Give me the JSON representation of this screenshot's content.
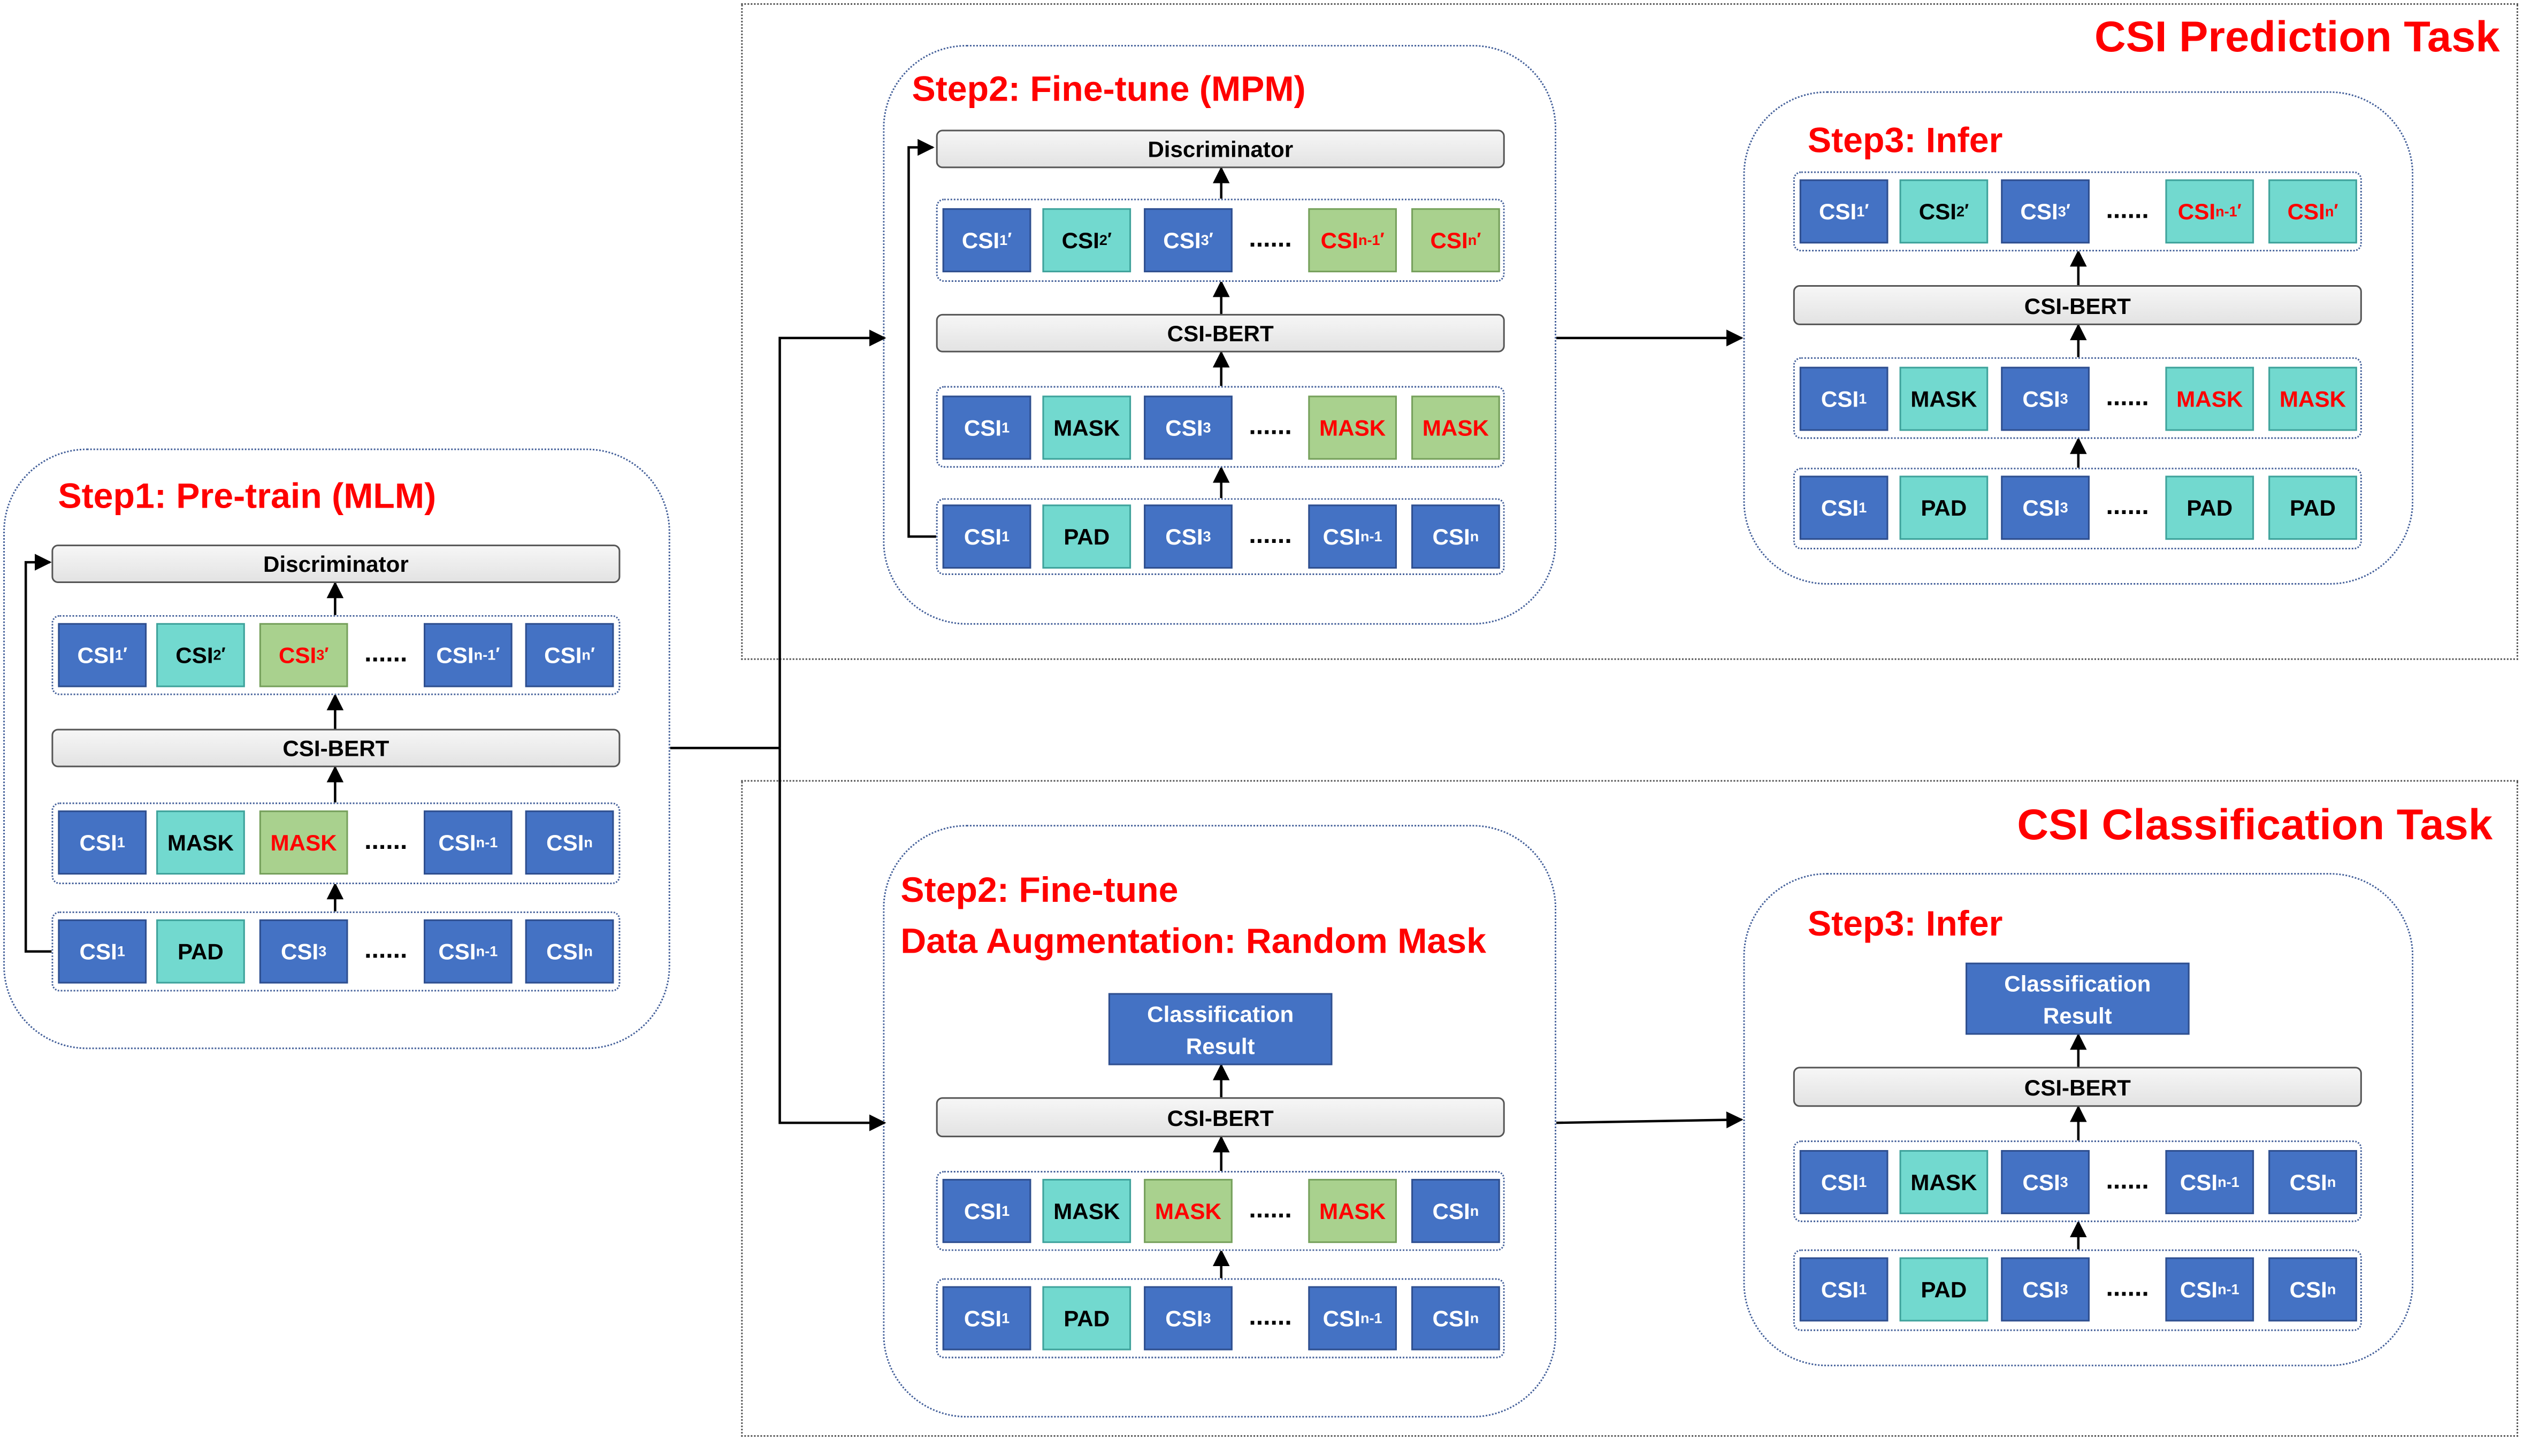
{
  "tasks": {
    "prediction_title": "CSI Prediction Task",
    "classification_title": "CSI Classification Task"
  },
  "discriminator_label": "Discriminator",
  "encoder_label": "CSI-BERT",
  "result_line1": "Classification",
  "result_line2": "Result",
  "ellipsis": "......",
  "tokens": {
    "csi": "CSI",
    "prime": "′",
    "mask": "MASK",
    "pad": "PAD",
    "sub_1": "1",
    "sub_2": "2",
    "sub_3": "3",
    "sub_n1": "n-1",
    "sub_n": "n"
  },
  "step1": {
    "title": "Step1: Pre-train (MLM)"
  },
  "step2_pred": {
    "title": "Step2: Fine-tune (MPM)"
  },
  "step3_pred": {
    "title": "Step3: Infer"
  },
  "step2_cls": {
    "title_line1": "Step2: Fine-tune",
    "title_line2": "Data Augmentation: Random Mask"
  },
  "step3_cls": {
    "title": "Step3: Infer"
  },
  "colors": {
    "token_blue": "#4472c4",
    "token_teal": "#72d9cf",
    "token_green": "#a9d18e",
    "highlight_red": "#ff0000",
    "panel_border": "#44609a"
  }
}
